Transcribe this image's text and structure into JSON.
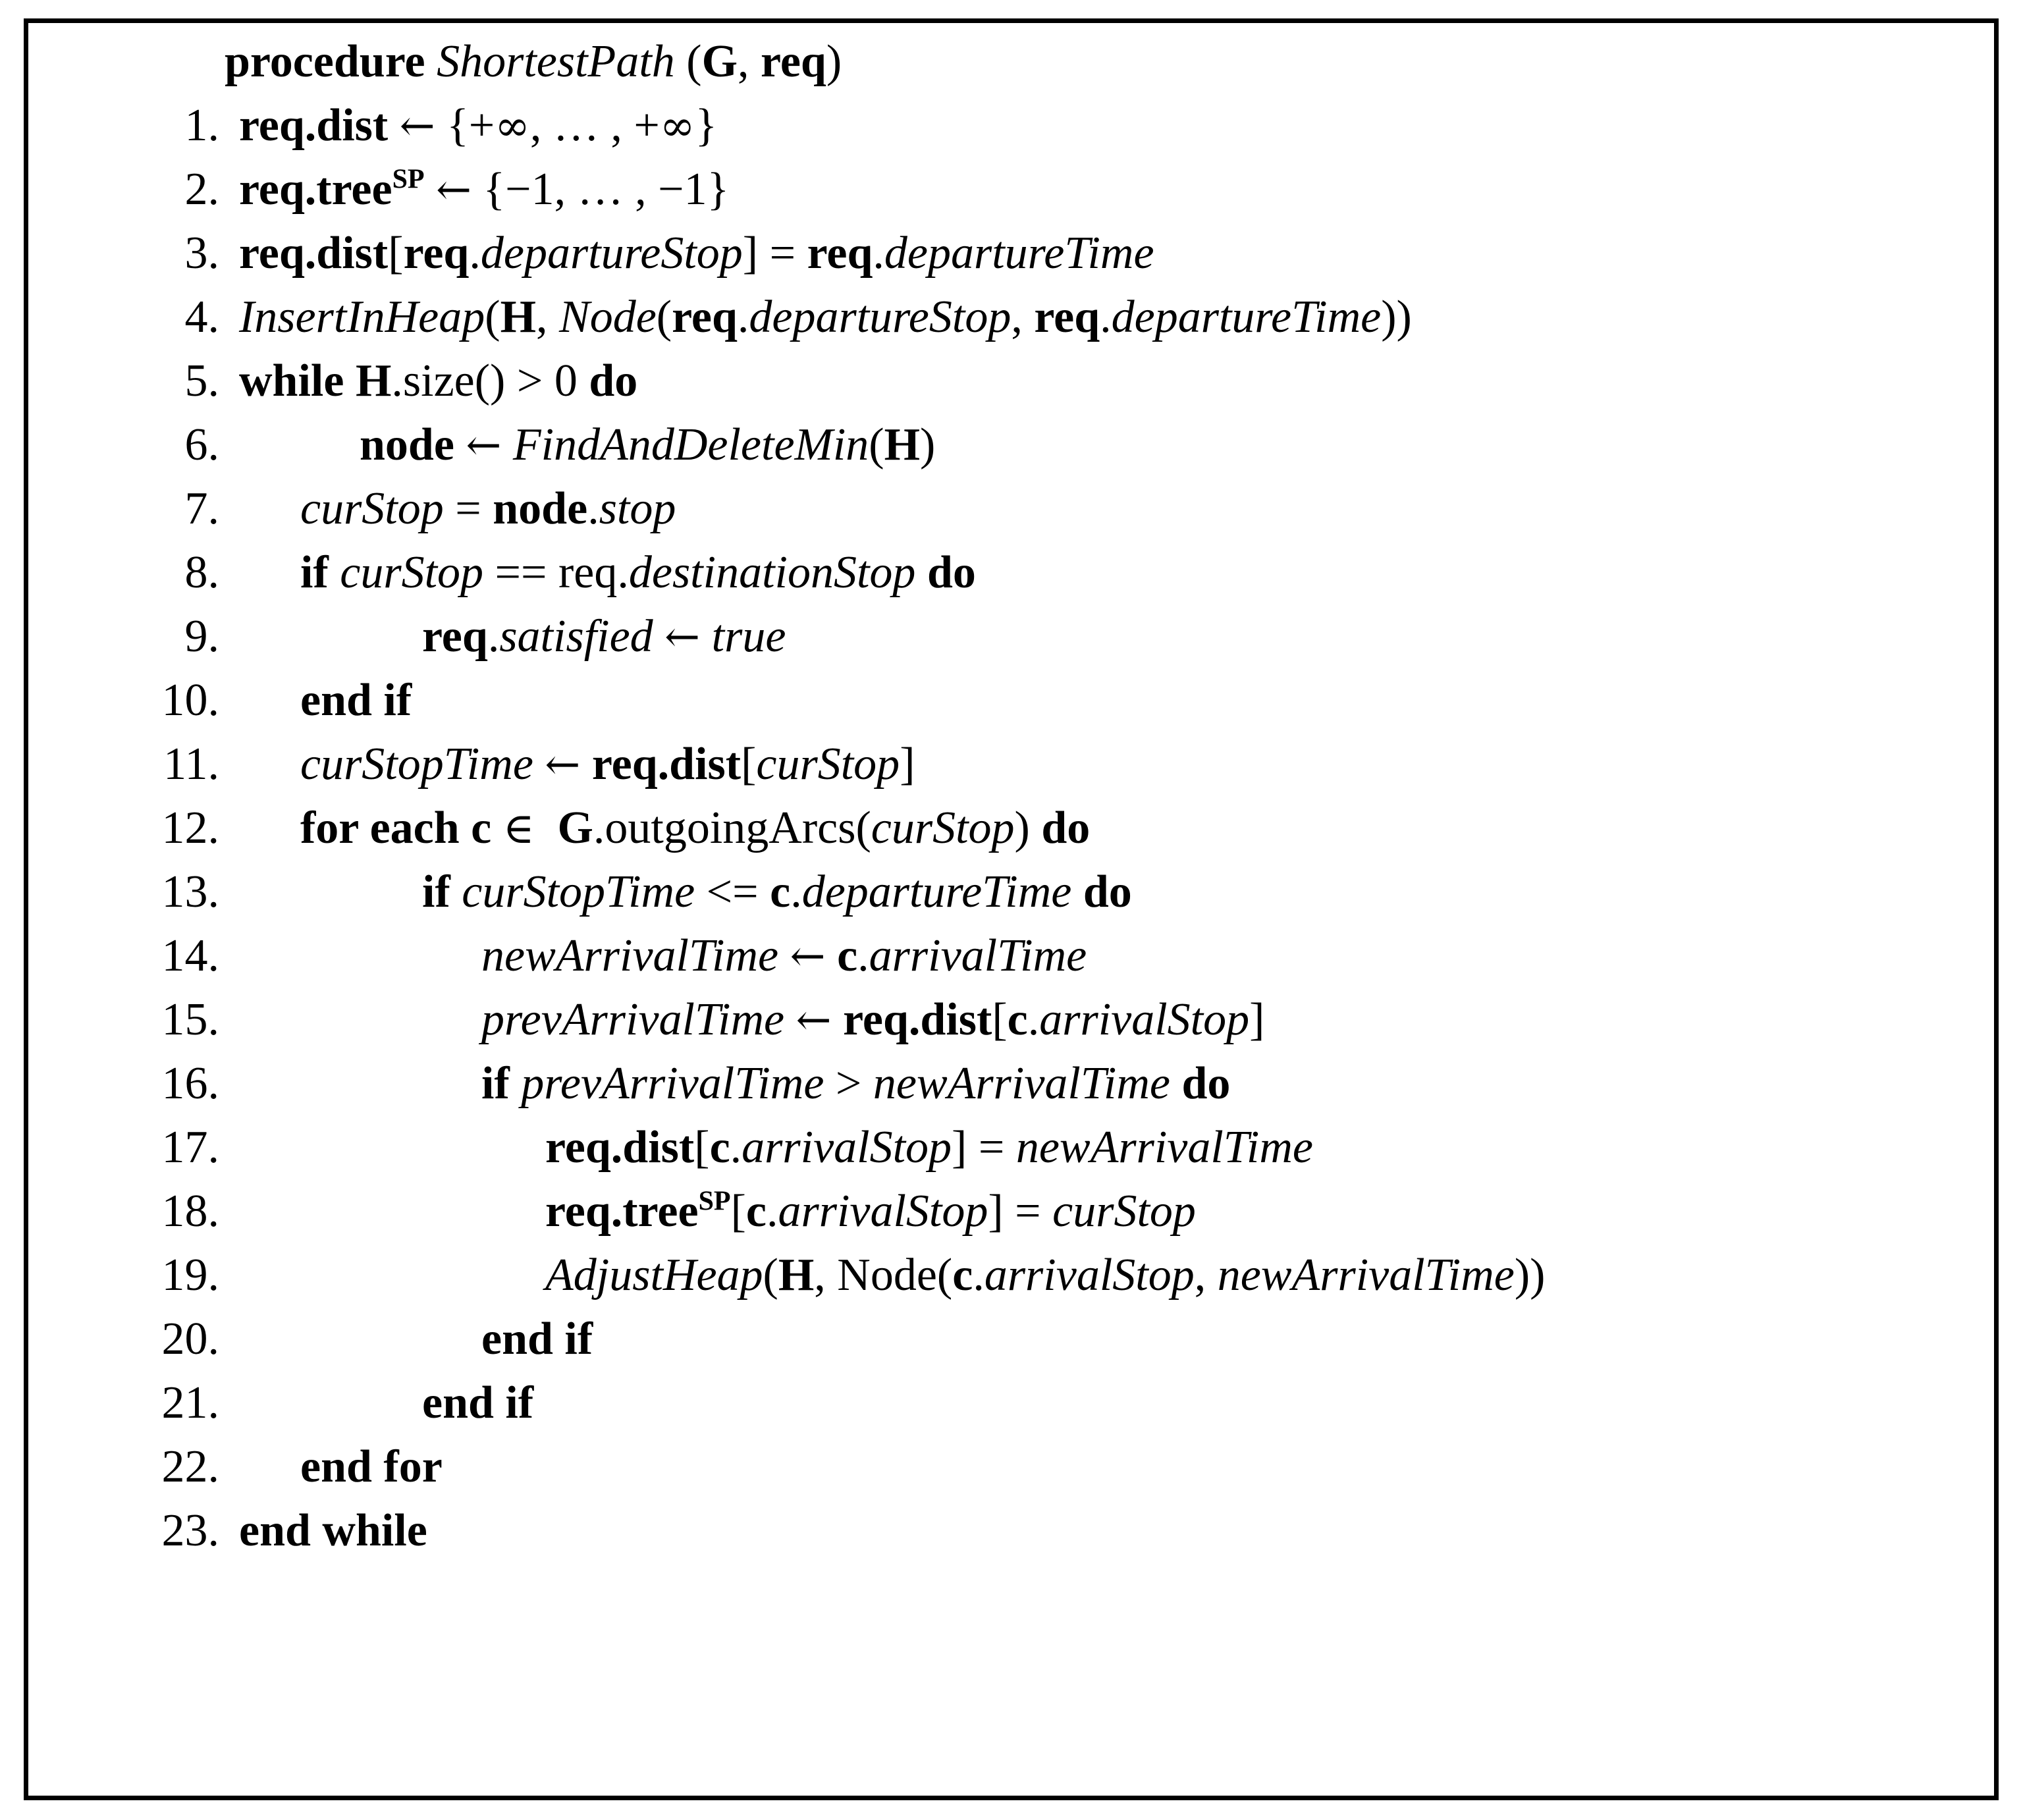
{
  "figure": {
    "kind": "pseudocode-algorithm",
    "border_color": "#000000",
    "text_color": "#000000",
    "background_color": "#ffffff"
  },
  "header": {
    "keyword": "procedure",
    "name": "ShortestPath",
    "params": "(G, req)",
    "full_text": "procedure ShortestPath (G, req)"
  },
  "lines": [
    {
      "no": "1.",
      "text": "req.dist ← {+∞, … , +∞}"
    },
    {
      "no": "2.",
      "text": "req.treeSP ← {−1, … , −1}"
    },
    {
      "no": "3.",
      "text": "req.dist[req.departureStop] = req.departureTime"
    },
    {
      "no": "4.",
      "text": "InsertInHeap(H, Node(req.departureStop, req.departureTime))"
    },
    {
      "no": "5.",
      "text": "while H.size() > 0 do"
    },
    {
      "no": "6.",
      "text": "node ← FindAndDeleteMin(H)"
    },
    {
      "no": "7.",
      "text": "curStop = node.stop"
    },
    {
      "no": "8.",
      "text": "if curStop == req.destinationStop do"
    },
    {
      "no": "9.",
      "text": "req.satisfied ← true"
    },
    {
      "no": "10.",
      "text": "end if"
    },
    {
      "no": "11.",
      "text": "curStopTime ← req.dist[curStop]"
    },
    {
      "no": "12.",
      "text": "for each c ∈ G.outgoingArcs(curStop) do"
    },
    {
      "no": "13.",
      "text": "if curStopTime <= c.departureTime do"
    },
    {
      "no": "14.",
      "text": "newArrivalTime ← c.arrivalTime"
    },
    {
      "no": "15.",
      "text": "prevArrivalTime ← req.dist[c.arrivalStop]"
    },
    {
      "no": "16.",
      "text": "if prevArrivalTime > newArrivalTime do"
    },
    {
      "no": "17.",
      "text": "req.dist[c.arrivalStop] = newArrivalTime"
    },
    {
      "no": "18.",
      "text": "req.treeSP[c.arrivalStop] = curStop"
    },
    {
      "no": "19.",
      "text": "AdjustHeap(H, Node(c.arrivalStop, newArrivalTime))"
    },
    {
      "no": "20.",
      "text": "end if"
    },
    {
      "no": "21.",
      "text": "end if"
    },
    {
      "no": "22.",
      "text": "end for"
    },
    {
      "no": "23.",
      "text": "end while"
    }
  ]
}
